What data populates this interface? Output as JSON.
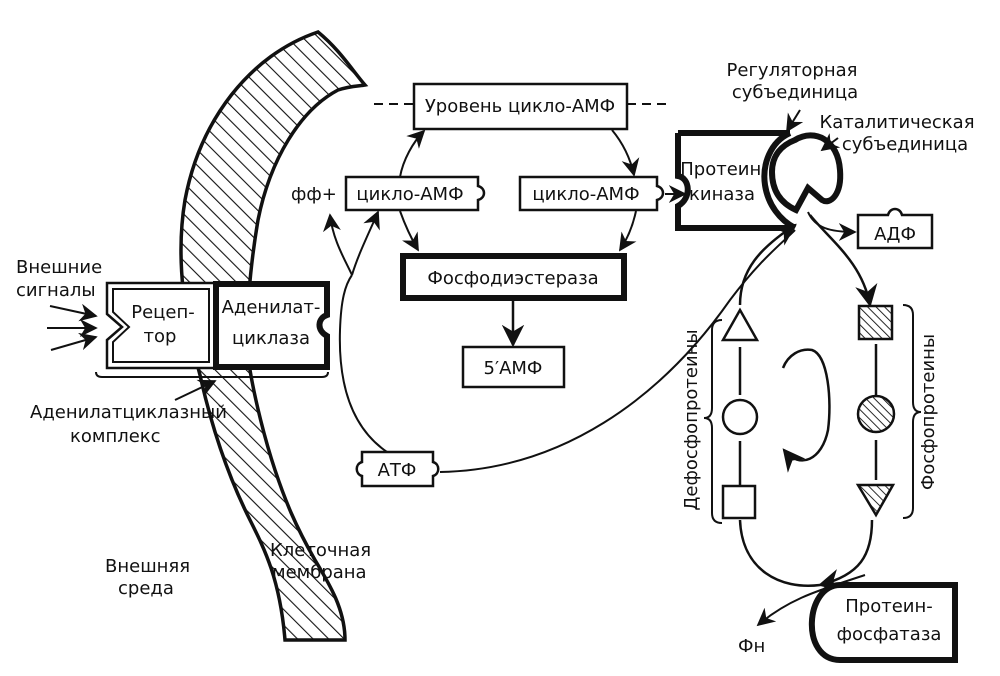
{
  "diagram": {
    "title": "Adenylate cyclase / cAMP / protein kinase signaling scheme",
    "colors": {
      "ink": "#111111",
      "background": "#ffffff"
    },
    "labels": {
      "external_signals": [
        "Внешние",
        "сигналы"
      ],
      "receptor": [
        "Рецеп-",
        "тор"
      ],
      "adenylate_cyclase": [
        "Аденилат-",
        "циклаза"
      ],
      "adenylate_cyclase_complex": [
        "Аденилатциклазный",
        "комплекс"
      ],
      "external_environment": [
        "Внешняя",
        "среда"
      ],
      "cell_membrane": [
        "Клеточная",
        "мембрана"
      ],
      "camp_level": "Уровень цикло-АМФ",
      "pp_plus": "фф+",
      "camp_left": "цикло-АМФ",
      "camp_right": "цикло-АМФ",
      "phosphodiesterase": "Фосфодиэстераза",
      "amp5": "5′АМФ",
      "atp": "АТФ",
      "regulatory_subunit": [
        "Регуляторная",
        "субъединица"
      ],
      "catalytic_subunit": [
        "Каталитическая",
        "субъединица"
      ],
      "protein_kinase": [
        "Протеин-",
        "киназа"
      ],
      "adp": "АДФ",
      "dephosphoproteins": "Дефосфопротеины",
      "phosphoproteins": "Фосфопротеины",
      "protein_phosphatase": [
        "Протеин-",
        "фосфатаза"
      ],
      "pn": "Фн"
    },
    "dephosphoprotein_shapes": [
      "triangle-up-open",
      "circle-open",
      "square-open"
    ],
    "phosphoprotein_shapes": [
      "square-hatched",
      "circle-hatched",
      "triangle-down-hatched"
    ]
  }
}
